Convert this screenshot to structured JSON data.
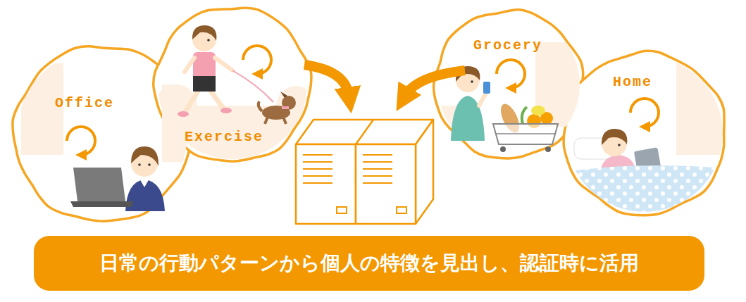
{
  "diagram": {
    "nodes": [
      {
        "text": [
          "Office"
        ]
      },
      {
        "text": [
          "Exercise"
        ]
      },
      {
        "text": [
          "Grocery"
        ]
      },
      {
        "text": [
          "Home"
        ]
      },
      {
        "text": [
          "日常の行動パターンから個人の特徴を見出し、認証時に活用"
        ]
      }
    ]
  }
}
